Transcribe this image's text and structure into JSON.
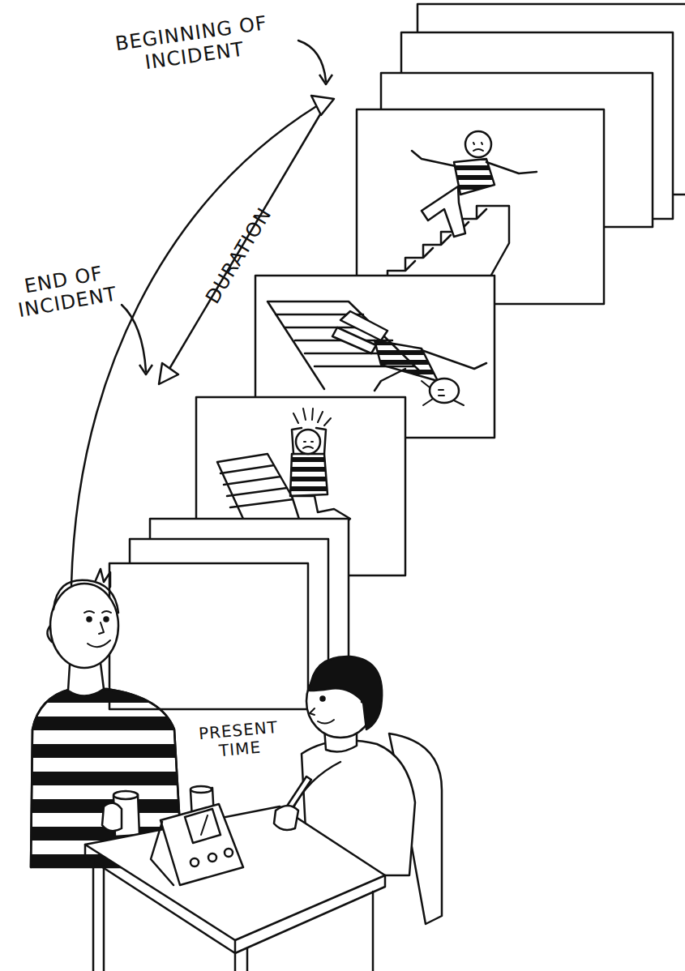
{
  "diagram": {
    "labels": [
      "BEGINNING OF INCIDENT",
      "END OF INCIDENT",
      "DURATION",
      "PRESENT TIME"
    ]
  }
}
